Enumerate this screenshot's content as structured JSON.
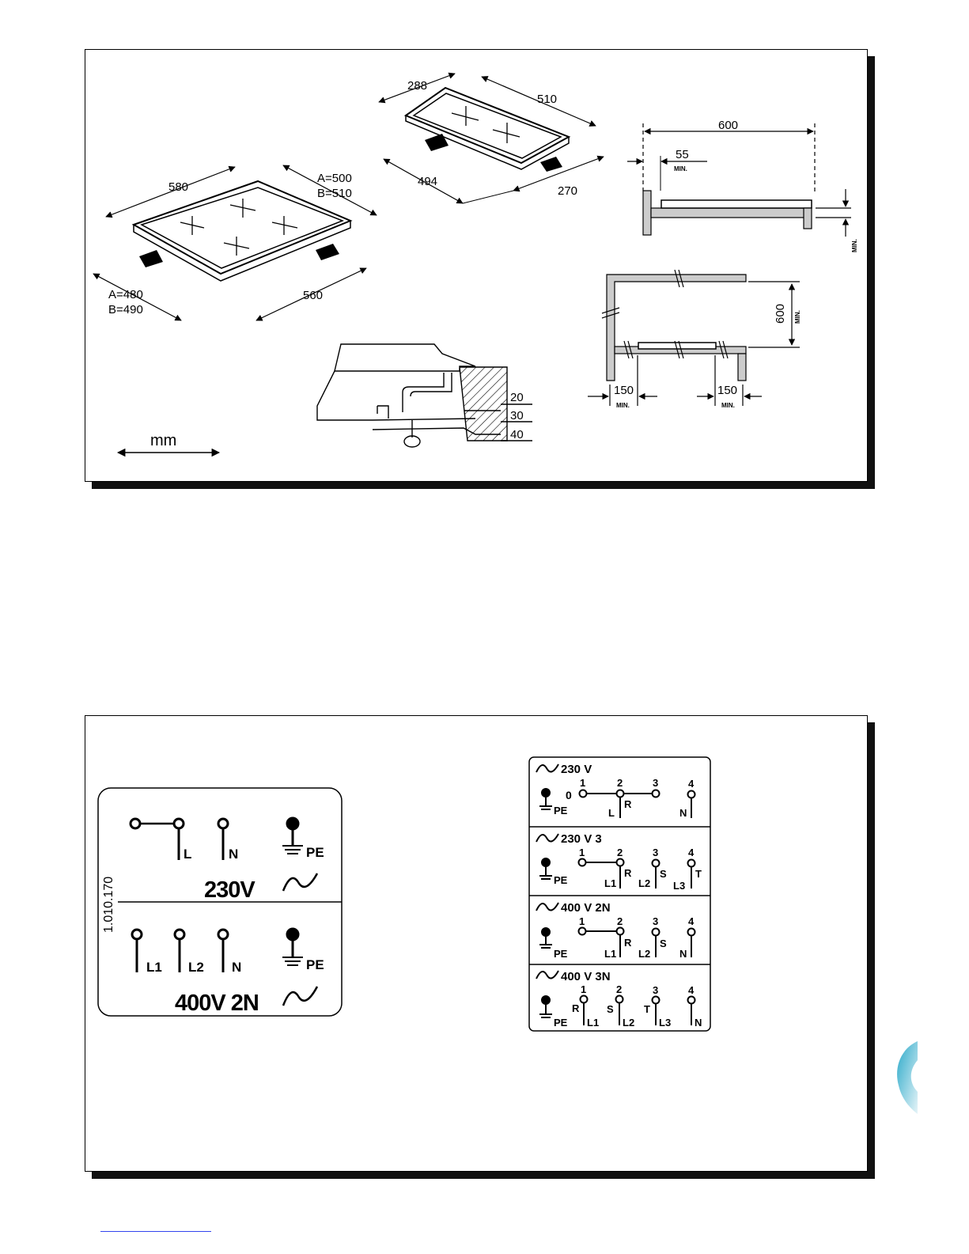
{
  "installation_drawing": {
    "unit_label": "mm",
    "hob_four_zone": {
      "width": "580",
      "depth_a": "A=500",
      "depth_b": "B=510",
      "cutout_depth_a": "A=480",
      "cutout_depth_b": "B=490",
      "cutout_width": "560"
    },
    "hob_two_zone": {
      "width": "288",
      "depth": "510",
      "cutout_depth": "494",
      "cutout_width": "270"
    },
    "side_section": {
      "depth": "600",
      "rear_clearance": "55",
      "rear_clearance_note": "MIN.",
      "bottom_note": "MIN."
    },
    "cabinet_section": {
      "height": "600",
      "height_note": "MIN.",
      "left_clearance": "150",
      "left_note": "MIN.",
      "right_clearance": "150",
      "right_note": "MIN."
    },
    "worktop_thickness": [
      "20",
      "30",
      "40"
    ]
  },
  "connection_diagrams": {
    "label_plate": {
      "code": "1.010.170",
      "upper": {
        "terminals": [
          "L",
          "N",
          "PE"
        ],
        "voltage": "230V"
      },
      "lower": {
        "terminals": [
          "L1",
          "L2",
          "N",
          "PE"
        ],
        "voltage": "400V 2N"
      }
    },
    "terminal_block": [
      {
        "heading": "230 V",
        "numbers": [
          "1",
          "2",
          "3",
          "4"
        ],
        "zero": "0",
        "pe": "PE",
        "letters": [
          "R"
        ],
        "lines": [
          "L",
          "N"
        ]
      },
      {
        "heading": "230 V 3",
        "numbers": [
          "1",
          "2",
          "3",
          "4"
        ],
        "pe": "PE",
        "letters": [
          "R",
          "S",
          "T"
        ],
        "lines": [
          "L1",
          "L2",
          "L3"
        ]
      },
      {
        "heading": "400 V 2N",
        "numbers": [
          "1",
          "2",
          "3",
          "4"
        ],
        "pe": "PE",
        "letters": [
          "R",
          "S"
        ],
        "lines": [
          "L1",
          "L2",
          "N"
        ]
      },
      {
        "heading": "400 V 3N",
        "numbers": [
          "1",
          "2",
          "3",
          "4"
        ],
        "pe": "PE",
        "letters": [
          "R",
          "S",
          "T"
        ],
        "lines": [
          "L1",
          "L2",
          "L3",
          "N"
        ]
      }
    ]
  }
}
